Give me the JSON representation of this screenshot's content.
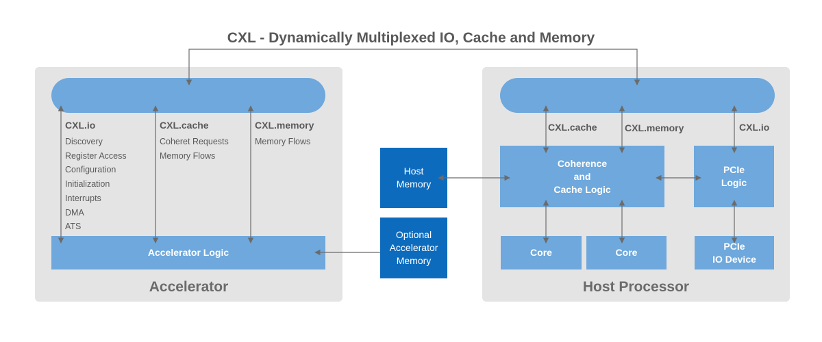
{
  "title": "CXL - Dynamically Multiplexed IO, Cache and Memory",
  "accelerator": {
    "label": "Accelerator",
    "logic_label": "Accelerator Logic",
    "channels": [
      {
        "name": "CXL.io",
        "items": [
          "Discovery",
          "Register Access",
          "Configuration",
          "Initialization",
          "Interrupts",
          "DMA",
          "ATS"
        ]
      },
      {
        "name": "CXL.cache",
        "items": [
          "Coheret Requests",
          "Memory Flows"
        ]
      },
      {
        "name": "CXL.memory",
        "items": [
          "Memory Flows"
        ]
      }
    ]
  },
  "middle": {
    "host_memory": "Host\nMemory",
    "optional_memory": "Optional\nAccelerator\nMemory"
  },
  "host": {
    "label": "Host Processor",
    "channels": [
      "CXL.cache",
      "CXL.memory",
      "CXL.io"
    ],
    "coherence_logic": "Coherence\nand\nCache Logic",
    "pcie_logic": "PCIe\nLogic",
    "core_1": "Core",
    "core_2": "Core",
    "pcie_device": "PCIe\nIO Device"
  },
  "colors": {
    "block": "#6ea8dc",
    "memory": "#0d6bbd",
    "panel": "#e4e4e5",
    "arrow": "#6b6b6b",
    "text": "#595959"
  }
}
